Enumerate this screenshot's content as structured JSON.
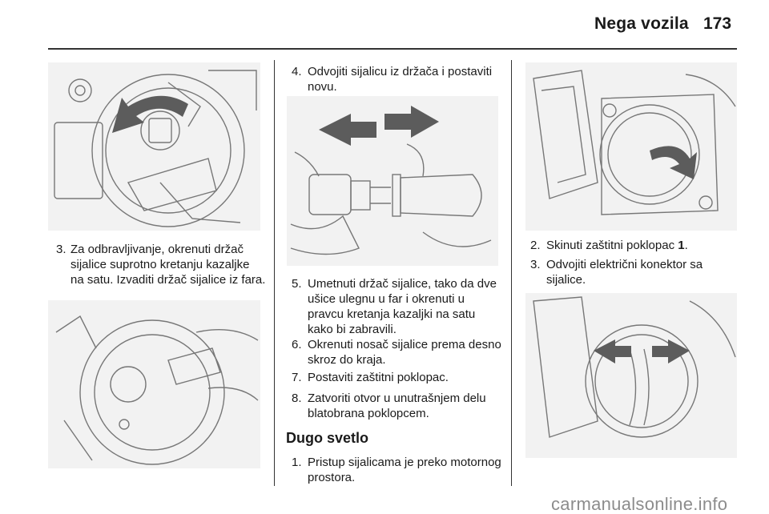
{
  "header": {
    "title": "Nega vozila",
    "page_number": "173"
  },
  "col1": {
    "step3": {
      "num": "3.",
      "text": "Za odbravljivanje, okrenuti držač sijalice suprotno kretanju kazaljke na satu. Izvaditi držač sijalice iz fara."
    }
  },
  "col2": {
    "step4": {
      "num": "4.",
      "text": "Odvojiti sijalicu iz držača i postaviti novu."
    },
    "step5": {
      "num": "5.",
      "text": "Umetnuti držač sijalice, tako da dve ušice ulegnu u far i okrenuti u pravcu kretanja kazaljki na satu kako bi zabravili."
    },
    "step6": {
      "num": "6.",
      "text": "Okrenuti nosač sijalice prema desno skroz do kraja."
    },
    "step7": {
      "num": "7.",
      "text": "Postaviti zaštitni poklopac."
    },
    "step8": {
      "num": "8.",
      "text": "Zatvoriti otvor u unutrašnjem delu blatobrana poklopcem."
    },
    "section_heading": "Dugo svetlo",
    "step1": {
      "num": "1.",
      "text": "Pristup sijalicama je preko motornog prostora."
    }
  },
  "col3": {
    "step2": {
      "num": "2.",
      "text_before": "Skinuti zaštitni poklopac ",
      "bold_ref": "1",
      "text_after": "."
    },
    "step3": {
      "num": "3.",
      "text": "Odvojiti električni konektor sa sijalice."
    }
  },
  "watermark": "carmanualsonline.info",
  "colors": {
    "figure_bg": "#f2f2f2",
    "arrow_fill": "#5c5c5c",
    "line_art": "#777777",
    "text": "#1a1a1a",
    "watermark": "#8c8c8c"
  }
}
